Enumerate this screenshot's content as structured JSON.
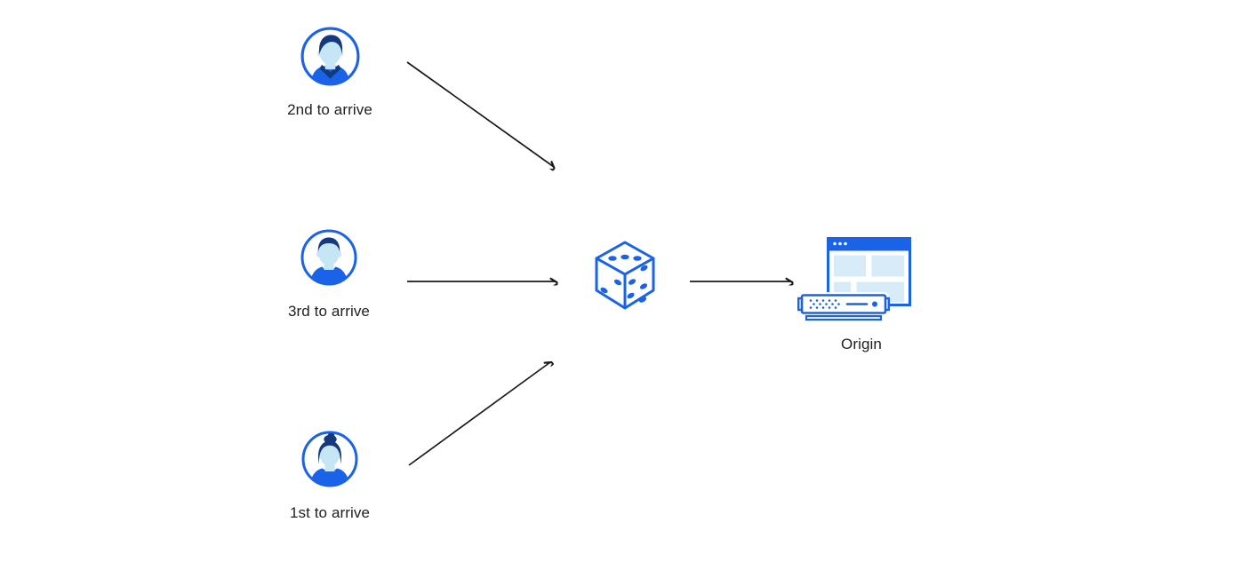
{
  "diagram": {
    "description": "Three visitors arrive in different orders; requests flow to a random selection (dice) and then to the origin server.",
    "colors": {
      "primary_blue": "#1A63E8",
      "dark_navy": "#14397D",
      "face_light_blue": "#C7E6F5",
      "panel_light_blue": "#D7EBF9",
      "arrow_black": "#1A1A1A",
      "text": "#202124",
      "background": "#FFFFFF"
    },
    "nodes": {
      "user_top": {
        "label": "2nd to arrive",
        "icon": "user-male-avatar-icon"
      },
      "user_middle": {
        "label": "3rd to arrive",
        "icon": "user-male-avatar-icon"
      },
      "user_bottom": {
        "label": "1st to arrive",
        "icon": "user-female-avatar-icon"
      },
      "dice": {
        "icon": "dice-icon"
      },
      "origin": {
        "label": "Origin",
        "icon": "origin-server-icon"
      }
    },
    "edges": [
      {
        "from": "user_top",
        "to": "dice"
      },
      {
        "from": "user_middle",
        "to": "dice"
      },
      {
        "from": "user_bottom",
        "to": "dice"
      },
      {
        "from": "dice",
        "to": "origin"
      }
    ]
  }
}
